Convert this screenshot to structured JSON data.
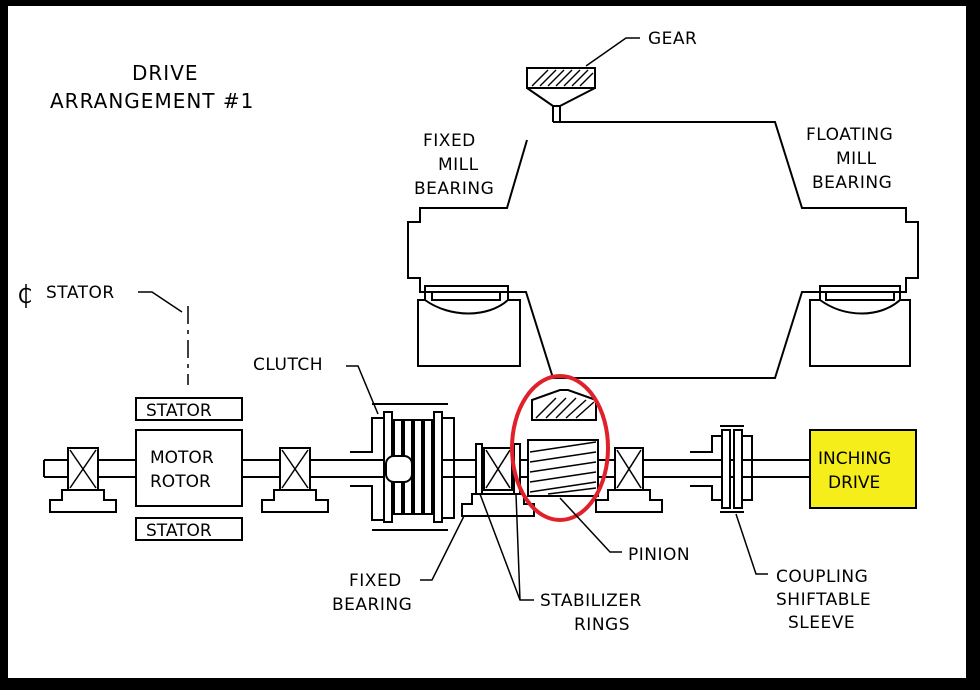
{
  "title": {
    "line1": "DRIVE",
    "line2": "ARRANGEMENT  #1"
  },
  "labels": {
    "gear": "GEAR",
    "fixed_mill_bearing": [
      "FIXED",
      "MILL",
      "BEARING"
    ],
    "floating_mill_bearing": [
      "FLOATING",
      "MILL",
      "BEARING"
    ],
    "cl_stator": "STATOR",
    "clutch": "CLUTCH",
    "stator_top": "STATOR",
    "motor_rotor": [
      "MOTOR",
      "ROTOR"
    ],
    "stator_bottom": "STATOR",
    "inching_drive": [
      "INCHING",
      "DRIVE"
    ],
    "pinion": "PINION",
    "fixed_bearing": [
      "FIXED",
      "BEARING"
    ],
    "stabilizer_rings": [
      "STABILIZER",
      "RINGS"
    ],
    "coupling": [
      "COUPLING",
      "SHIFTABLE",
      "SLEEVE"
    ]
  },
  "colors": {
    "highlight_circle": "#e0202a",
    "inching_drive_fill": "#f5ee1a"
  }
}
